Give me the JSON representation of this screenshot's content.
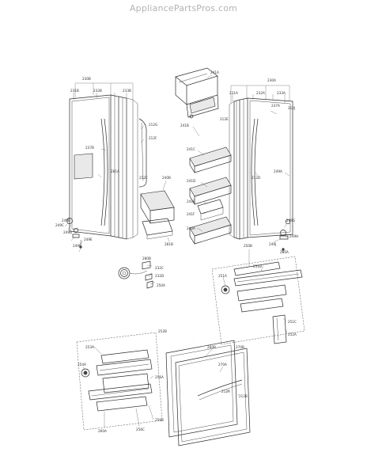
{
  "watermark": "AppliancePartsPros.com",
  "callouts": [
    {
      "id": "c01",
      "text": "230B"
    },
    {
      "id": "c02",
      "text": "231B"
    },
    {
      "id": "c03",
      "text": "232B"
    },
    {
      "id": "c04",
      "text": "233B"
    },
    {
      "id": "c05",
      "text": "230A"
    },
    {
      "id": "c06",
      "text": "231A"
    },
    {
      "id": "c07",
      "text": "232A"
    },
    {
      "id": "c08",
      "text": "233A"
    },
    {
      "id": "c09",
      "text": "212G"
    },
    {
      "id": "c10",
      "text": "212F"
    },
    {
      "id": "c11",
      "text": "237B"
    },
    {
      "id": "c12",
      "text": "237A"
    },
    {
      "id": "c13",
      "text": "241A"
    },
    {
      "id": "c14",
      "text": "241B"
    },
    {
      "id": "c15",
      "text": "241C"
    },
    {
      "id": "c16",
      "text": "241D"
    },
    {
      "id": "c17",
      "text": "241E"
    },
    {
      "id": "c18",
      "text": "241F"
    },
    {
      "id": "c19",
      "text": "240A"
    },
    {
      "id": "c20",
      "text": "240B"
    },
    {
      "id": "c21",
      "text": "281B"
    },
    {
      "id": "c22",
      "text": "281A"
    },
    {
      "id": "c23",
      "text": "249A"
    },
    {
      "id": "c24",
      "text": "249B"
    },
    {
      "id": "c25",
      "text": "249C"
    },
    {
      "id": "c26",
      "text": "249D"
    },
    {
      "id": "c27",
      "text": "249E"
    },
    {
      "id": "c28",
      "text": "249F"
    },
    {
      "id": "c29",
      "text": "249G"
    },
    {
      "id": "c30",
      "text": "249H"
    },
    {
      "id": "c31",
      "text": "249J"
    },
    {
      "id": "c32",
      "text": "280A"
    },
    {
      "id": "c33",
      "text": "280B"
    },
    {
      "id": "c34",
      "text": "232C"
    },
    {
      "id": "c35",
      "text": "232D"
    },
    {
      "id": "c36",
      "text": "250A"
    },
    {
      "id": "c37",
      "text": "250B"
    },
    {
      "id": "c38",
      "text": "251A"
    },
    {
      "id": "c39",
      "text": "251B"
    },
    {
      "id": "c40",
      "text": "251C"
    },
    {
      "id": "c41",
      "text": "252A"
    },
    {
      "id": "c42",
      "text": "252B"
    },
    {
      "id": "c43",
      "text": "253A"
    },
    {
      "id": "c44",
      "text": "254A"
    },
    {
      "id": "c45",
      "text": "256A"
    },
    {
      "id": "c46",
      "text": "256B"
    },
    {
      "id": "c47",
      "text": "256C"
    },
    {
      "id": "c48",
      "text": "260A"
    },
    {
      "id": "c49",
      "text": "260B"
    },
    {
      "id": "c50",
      "text": "270A"
    },
    {
      "id": "c51",
      "text": "270B"
    },
    {
      "id": "c52",
      "text": "212A"
    },
    {
      "id": "c53",
      "text": "212B"
    },
    {
      "id": "c54",
      "text": "212C"
    },
    {
      "id": "c55",
      "text": "212D"
    },
    {
      "id": "c56",
      "text": "212E"
    },
    {
      "id": "c57",
      "text": "212J"
    }
  ]
}
